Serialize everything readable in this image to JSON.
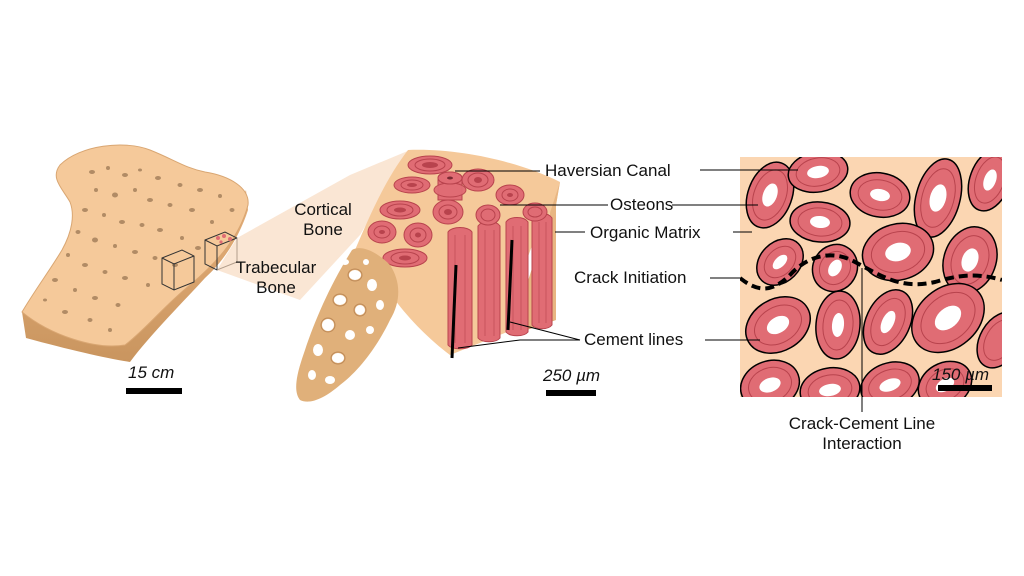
{
  "labels": {
    "cortical": "Cortical\nBone",
    "trabecular": "Trabecular\nBone",
    "haversian": "Haversian Canal",
    "osteons": "Osteons",
    "matrix": "Organic Matrix",
    "crack_init": "Crack Initiation",
    "cement": "Cement lines",
    "interaction": "Crack-Cement Line\nInteraction"
  },
  "scales": {
    "macro": "15 cm",
    "micro": "250 µm",
    "detail": "150 µm"
  },
  "colors": {
    "bone": "#f5c99a",
    "bone_dark": "#d9a672",
    "osteon": "#e06c74",
    "osteon_dark": "#b8434d",
    "canal": "#ffffff"
  }
}
